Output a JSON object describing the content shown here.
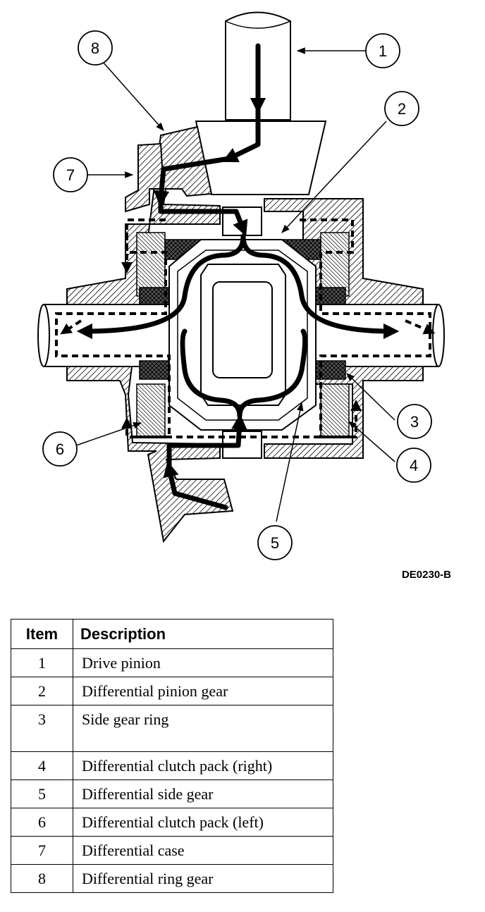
{
  "diagram": {
    "code": "DE0230-B",
    "callouts": [
      "1",
      "2",
      "3",
      "4",
      "5",
      "6",
      "7",
      "8"
    ]
  },
  "table": {
    "headers": {
      "item": "Item",
      "description": "Description"
    },
    "rows": [
      {
        "item": "1",
        "description": "Drive pinion"
      },
      {
        "item": "2",
        "description": "Differential pinion gear"
      },
      {
        "item": "3",
        "description": "Side gear ring"
      },
      {
        "item": "4",
        "description": "Differential clutch pack (right)"
      },
      {
        "item": "5",
        "description": "Differential side gear"
      },
      {
        "item": "6",
        "description": "Differential clutch pack (left)"
      },
      {
        "item": "7",
        "description": "Differential case"
      },
      {
        "item": "8",
        "description": "Differential ring gear"
      }
    ]
  }
}
